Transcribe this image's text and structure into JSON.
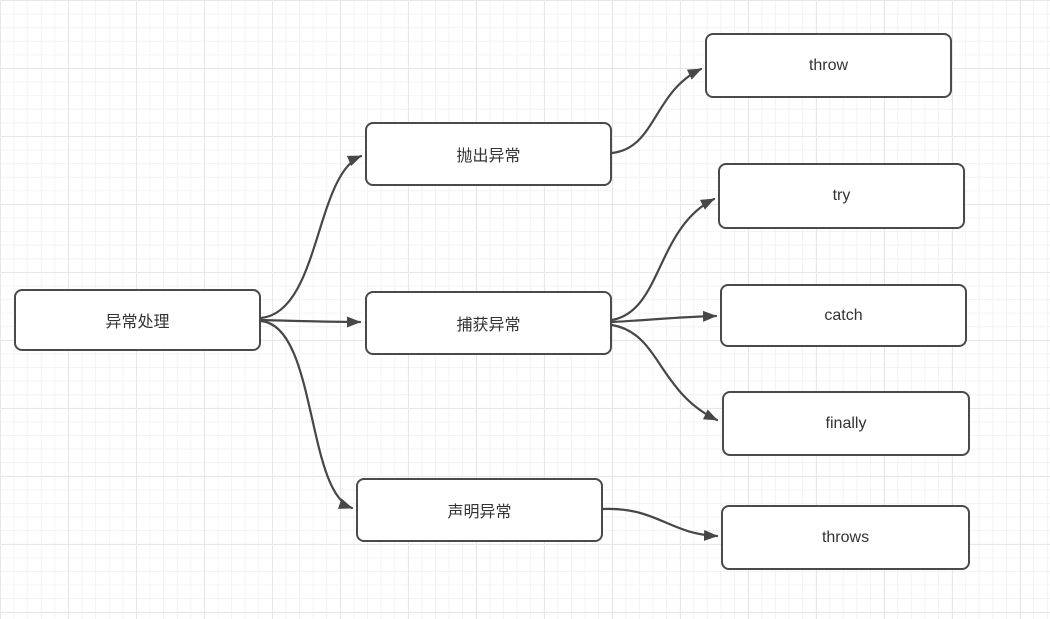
{
  "canvas": {
    "background_color": "#ffffff",
    "grid_minor_color": "#f3f3f5",
    "grid_major_color": "#e7e7ea",
    "node_fill_color": "#ffffff",
    "node_border_color": "#4a4a4a",
    "edge_stroke_color": "#474747",
    "text_color": "#333333"
  },
  "diagram": {
    "nodes": [
      {
        "id": "exception-handling",
        "label": "异常处理"
      },
      {
        "id": "throw-exception",
        "label": "抛出异常"
      },
      {
        "id": "catch-exception",
        "label": "捕获异常"
      },
      {
        "id": "declare-exception",
        "label": "声明异常"
      },
      {
        "id": "throw-keyword",
        "label": "throw"
      },
      {
        "id": "try-keyword",
        "label": "try"
      },
      {
        "id": "catch-keyword",
        "label": "catch"
      },
      {
        "id": "finally-keyword",
        "label": "finally"
      },
      {
        "id": "throws-keyword",
        "label": "throws"
      }
    ],
    "edges": [
      {
        "from": "异常处理",
        "to": "抛出异常"
      },
      {
        "from": "异常处理",
        "to": "捕获异常"
      },
      {
        "from": "异常处理",
        "to": "声明异常"
      },
      {
        "from": "抛出异常",
        "to": "throw"
      },
      {
        "from": "捕获异常",
        "to": "try"
      },
      {
        "from": "捕获异常",
        "to": "catch"
      },
      {
        "from": "捕获异常",
        "to": "finally"
      },
      {
        "from": "声明异常",
        "to": "throws"
      }
    ]
  }
}
